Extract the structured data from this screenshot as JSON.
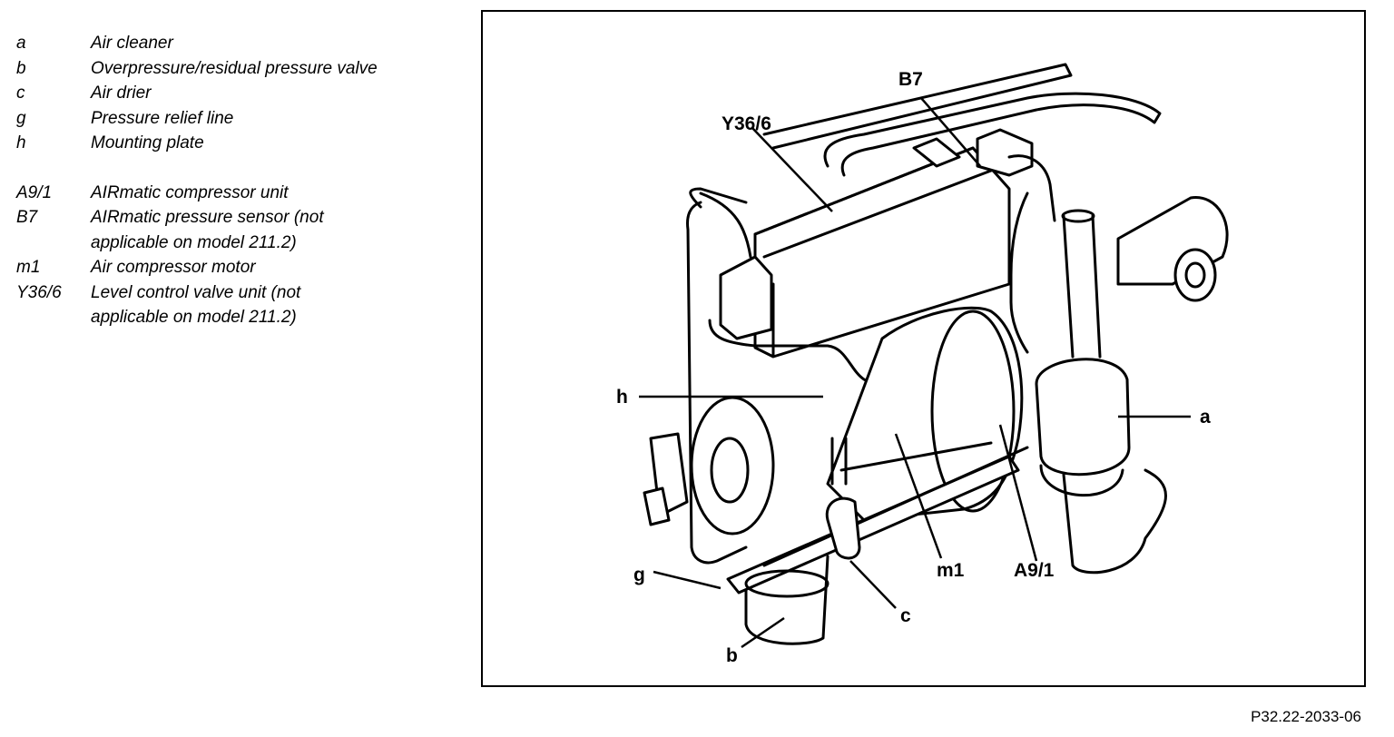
{
  "legend": [
    {
      "code": "a",
      "lines": [
        "Air cleaner"
      ]
    },
    {
      "code": "b",
      "lines": [
        "Overpressure/residual pressure valve"
      ]
    },
    {
      "code": "c",
      "lines": [
        "Air drier"
      ]
    },
    {
      "code": "g",
      "lines": [
        "Pressure relief line"
      ]
    },
    {
      "code": "h",
      "lines": [
        "Mounting plate"
      ]
    },
    {
      "code": "A9/1",
      "lines": [
        "AIRmatic compressor unit"
      ]
    },
    {
      "code": "B7",
      "lines": [
        "AIRmatic pressure sensor (not",
        "applicable on model 211.2)"
      ]
    },
    {
      "code": "m1",
      "lines": [
        "Air compressor motor"
      ]
    },
    {
      "code": "Y36/6",
      "lines": [
        "Level control valve unit (not",
        "applicable on model 211.2)"
      ]
    }
  ],
  "callouts": {
    "a": "a",
    "b": "b",
    "c": "c",
    "g": "g",
    "h": "h",
    "m1": "m1",
    "A9_1": "A9/1",
    "B7": "B7",
    "Y36_6": "Y36/6"
  },
  "figure_ref": "P32.22-2033-06"
}
